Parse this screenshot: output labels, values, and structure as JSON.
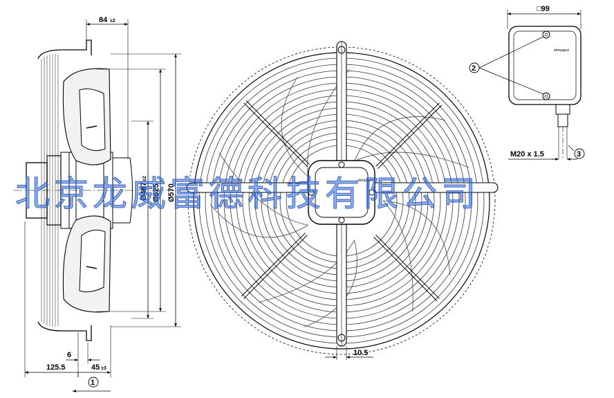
{
  "side_view": {
    "dim_depth": "84",
    "dim_depth_tol": "±2",
    "dim_inner_dia": "Ø497",
    "dim_inner_dia_tol": "±2",
    "dim_mid_dia": "Ø525",
    "dim_outer_dia": "Ø570",
    "dim_bottom_small": "6",
    "dim_bottom_left": "125.5",
    "dim_bottom_right": "45",
    "dim_bottom_right_tol": "±3",
    "callout_airflow": "1"
  },
  "front_view": {
    "dim_slot": "10.5",
    "nameplate": "ebmpapst"
  },
  "terminal_box": {
    "dim_square": "□99",
    "brand": "ebmpapst",
    "thread_label": "M20 x 1.5",
    "callout_screws": "2",
    "callout_gland": "3"
  },
  "watermark": "北京龙威富德科技有限公司"
}
